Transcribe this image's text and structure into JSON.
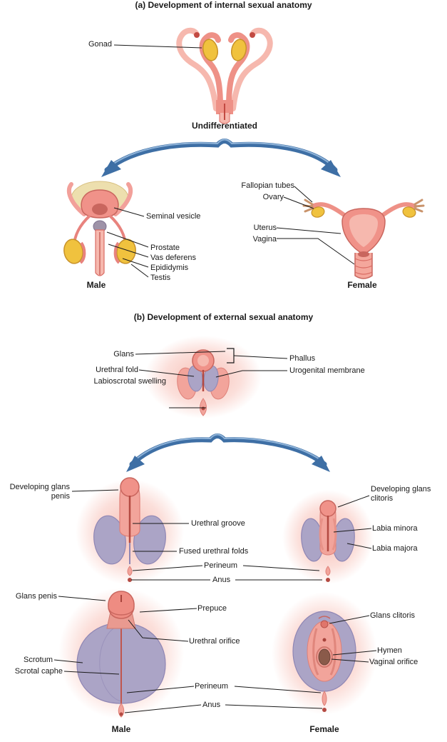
{
  "section_a": {
    "title": "(a) Development of internal sexual anatomy",
    "labels": {
      "gonad": "Gonad",
      "undifferentiated": "Undifferentiated",
      "seminal_vesicle": "Seminal vesicle",
      "prostate": "Prostate",
      "vas_deferens": "Vas deferens",
      "epididymis": "Epididymis",
      "testis": "Testis",
      "fallopian_tubes": "Fallopian tubes",
      "ovary": "Ovary",
      "uterus": "Uterus",
      "vagina": "Vagina"
    },
    "captions": {
      "male": "Male",
      "female": "Female"
    }
  },
  "section_b": {
    "title": "(b) Development of external sexual anatomy",
    "stage1_labels": {
      "glans": "Glans",
      "urethral_fold": "Urethral fold",
      "labioscrotal_swelling": "Labioscrotal swelling",
      "phallus": "Phallus",
      "urogenital_membrane": "Urogenital membrane"
    },
    "stage2_labels": {
      "developing_glans_penis": "Developing glans penis",
      "urethral_groove": "Urethral groove",
      "fused_urethral_folds": "Fused urethral folds",
      "perineum": "Perineum",
      "anus": "Anus",
      "developing_glans_clitoris": "Developing glans clitoris",
      "labia_minora": "Labia minora",
      "labia_majora": "Labia majora"
    },
    "stage3_labels": {
      "glans_penis": "Glans penis",
      "prepuce": "Prepuce",
      "urethral_orifice": "Urethral orifice",
      "scrotum": "Scrotum",
      "scrotal_caphe": "Scrotal caphe",
      "glans_clitoris": "Glans clitoris",
      "hymen": "Hymen",
      "vaginal_orifice": "Vaginal orifice",
      "perineum": "Perineum",
      "anus": "Anus"
    },
    "captions": {
      "male": "Male",
      "female": "Female"
    }
  },
  "colors": {
    "pink_light": "#F6B8AE",
    "pink_mid": "#EE9187",
    "pink_dark": "#C9665E",
    "yellow": "#F0C23E",
    "yellow_dark": "#C8922A",
    "purple": "#ABA4C6",
    "purple_dark": "#8F86B4",
    "arrow_blue": "#3E6FA5",
    "leader_line": "#1A1A1A"
  }
}
